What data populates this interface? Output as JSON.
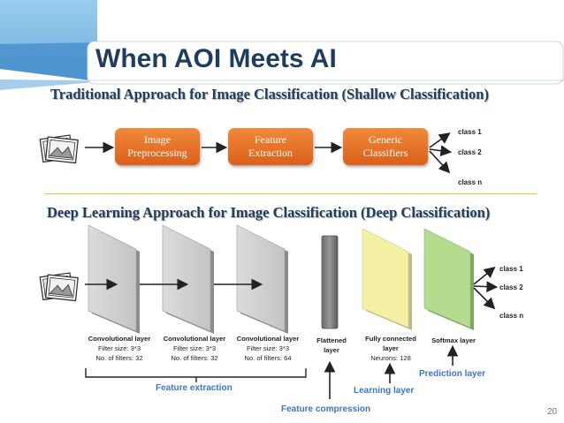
{
  "slide": {
    "title": "When AOI Meets AI",
    "page_number": "20"
  },
  "traditional": {
    "heading": "Traditional Approach for Image Classification (Shallow Classification)",
    "steps": [
      {
        "line1": "Image",
        "line2": "Preprocessing"
      },
      {
        "line1": "Feature",
        "line2": "Extraction"
      },
      {
        "line1": "Generic",
        "line2": "Classifiers"
      }
    ],
    "classes": [
      "class 1",
      "class 2",
      "class n"
    ]
  },
  "deep": {
    "heading": "Deep Learning Approach for Image Classification (Deep Classification)",
    "layers": [
      {
        "name": "Convolutional layer",
        "line2": "Filter size: 3*3",
        "line3": "No. of filters: 32"
      },
      {
        "name": "Convolutional layer",
        "line2": "Filter size: 3*3",
        "line3": "No. of filters: 32"
      },
      {
        "name": "Convolutional layer",
        "line2": "Filter size: 3*3",
        "line3": "No. of filters: 64"
      },
      {
        "name": "Flattened",
        "line2": "layer"
      },
      {
        "name": "Fully connected",
        "line2": "layer",
        "line3": "Neurons: 128"
      },
      {
        "name": "Softmax layer"
      }
    ],
    "classes": [
      "class 1",
      "class 2",
      "class n"
    ],
    "annotations": {
      "feature_extraction": "Feature extraction",
      "feature_compression": "Feature compression",
      "learning_layer": "Learning layer",
      "prediction_layer": "Prediction layer"
    }
  },
  "colors": {
    "title": "#1f3d5f",
    "process_box": "#e8742a",
    "annotation": "#3d75c9",
    "fully_connected": "#f6f0a4",
    "softmax": "#b4db8e",
    "divider": "#f2c23a"
  },
  "icons": [
    "image-stack-icon",
    "arrow-icon"
  ]
}
